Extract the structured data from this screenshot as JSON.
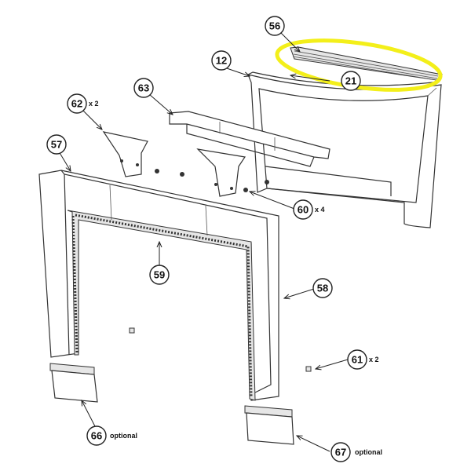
{
  "callouts": [
    {
      "id": "56",
      "qty": ""
    },
    {
      "id": "12",
      "qty": ""
    },
    {
      "id": "21",
      "qty": ""
    },
    {
      "id": "63",
      "qty": ""
    },
    {
      "id": "62",
      "qty": "x 2"
    },
    {
      "id": "57",
      "qty": ""
    },
    {
      "id": "60",
      "qty": "x 4"
    },
    {
      "id": "59",
      "qty": ""
    },
    {
      "id": "58",
      "qty": ""
    },
    {
      "id": "61",
      "qty": "x 2"
    },
    {
      "id": "66",
      "qty": "optional"
    },
    {
      "id": "67",
      "qty": "optional"
    }
  ],
  "highlight_color": "#f3ef1a"
}
